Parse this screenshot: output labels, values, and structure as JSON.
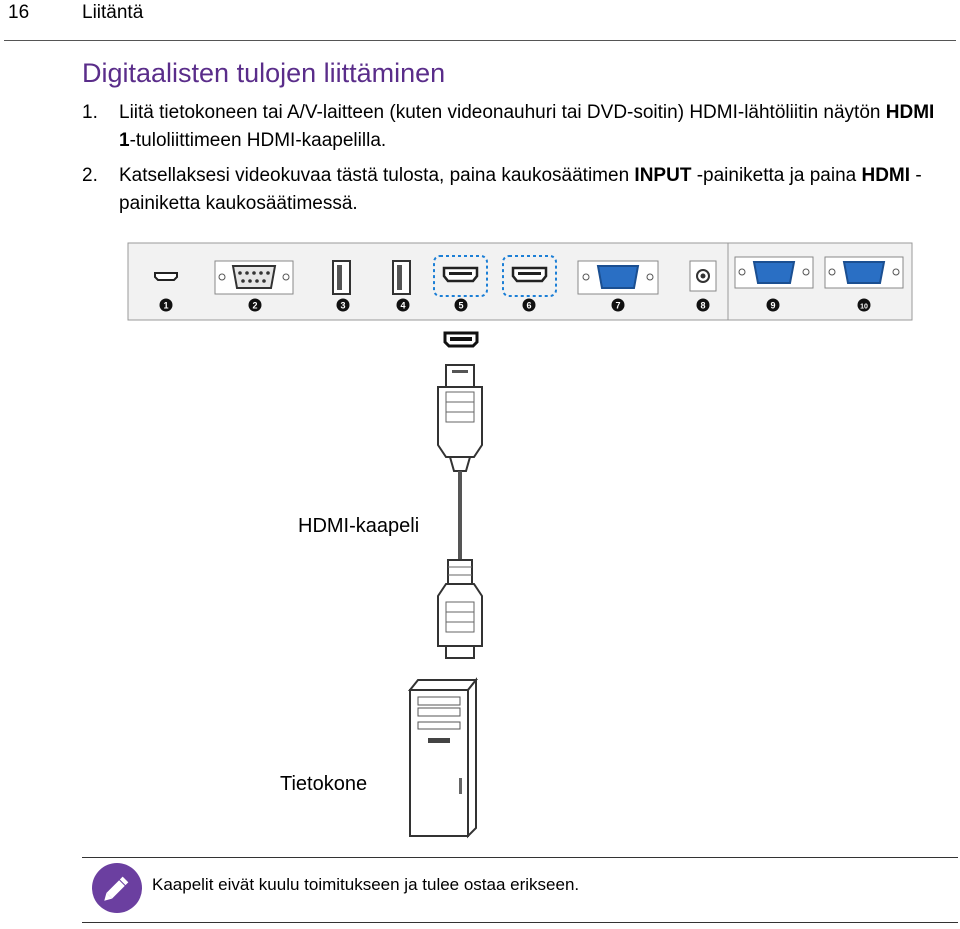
{
  "header": {
    "page_number": "16",
    "chapter": "Liitäntä"
  },
  "section_title": "Digitaalisten tulojen liittäminen",
  "steps": [
    {
      "num": "1.",
      "part1": "Liitä tietokoneen tai A/V-laitteen (kuten videonauhuri tai DVD-soitin) HDMI-lähtöliitin näytön ",
      "bold1": "HDMI 1",
      "part2": "-tuloliittimeen HDMI-kaapelilla."
    },
    {
      "num": "2.",
      "part1": "Katsellaksesi videokuvaa tästä tulosta, paina kaukosäätimen ",
      "bold1": "INPUT",
      "part2": " -painiketta ja paina ",
      "bold2": "HDMI",
      "part3": " -painiketta kaukosäätimessä."
    }
  ],
  "port_numbers": [
    "1",
    "2",
    "3",
    "4",
    "5",
    "6",
    "7",
    "8",
    "9",
    "10"
  ],
  "captions": {
    "cable": "HDMI-kaapeli",
    "computer": "Tietokone"
  },
  "note": {
    "icon": "pencil-icon",
    "text": "Kaapelit eivät kuulu toimitukseen ja tulee ostaa erikseen."
  },
  "colors": {
    "title": "#5a2d8a",
    "highlight": "#1c7fd6",
    "vga": "#2a6fc4",
    "note_icon_bg": "#6b3fa0"
  }
}
